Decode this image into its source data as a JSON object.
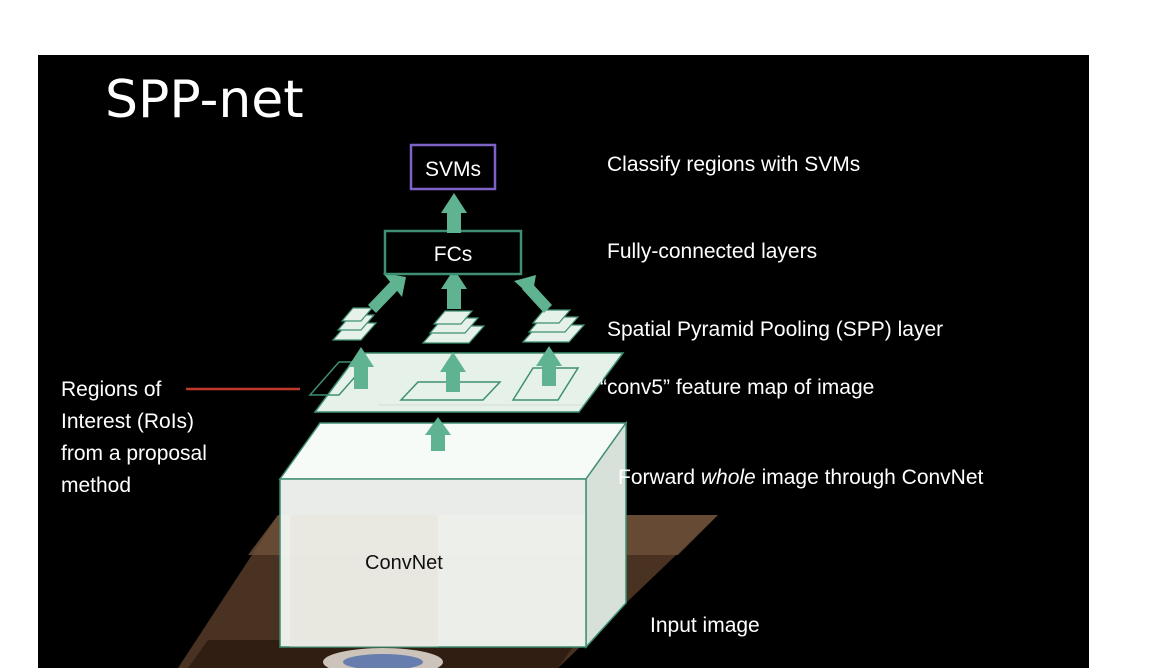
{
  "slide": {
    "title": "SPP-net"
  },
  "boxes": {
    "svms": "SVMs",
    "fcs": "FCs",
    "convnet": "ConvNet"
  },
  "labels": {
    "classify": "Classify regions with SVMs",
    "fully_connected": "Fully-connected layers",
    "spp_layer": "Spatial Pyramid Pooling (SPP) layer",
    "feature_map": "“conv5” feature map of image",
    "forward_prefix": "Forward ",
    "forward_emph": "whole",
    "forward_suffix": " image through ConvNet",
    "input_image": "Input image",
    "rois_line1": "Regions of",
    "rois_line2": "Interest (RoIs)",
    "rois_line3": "from a proposal",
    "rois_line4": "method"
  },
  "colors": {
    "background": "#000000",
    "arrow_green": "#5fb391",
    "box_outline_green": "#3f8f72",
    "svm_outline": "#7e63c6",
    "roi_pointer": "#c0392b",
    "panel_face": "#eef6f1"
  }
}
